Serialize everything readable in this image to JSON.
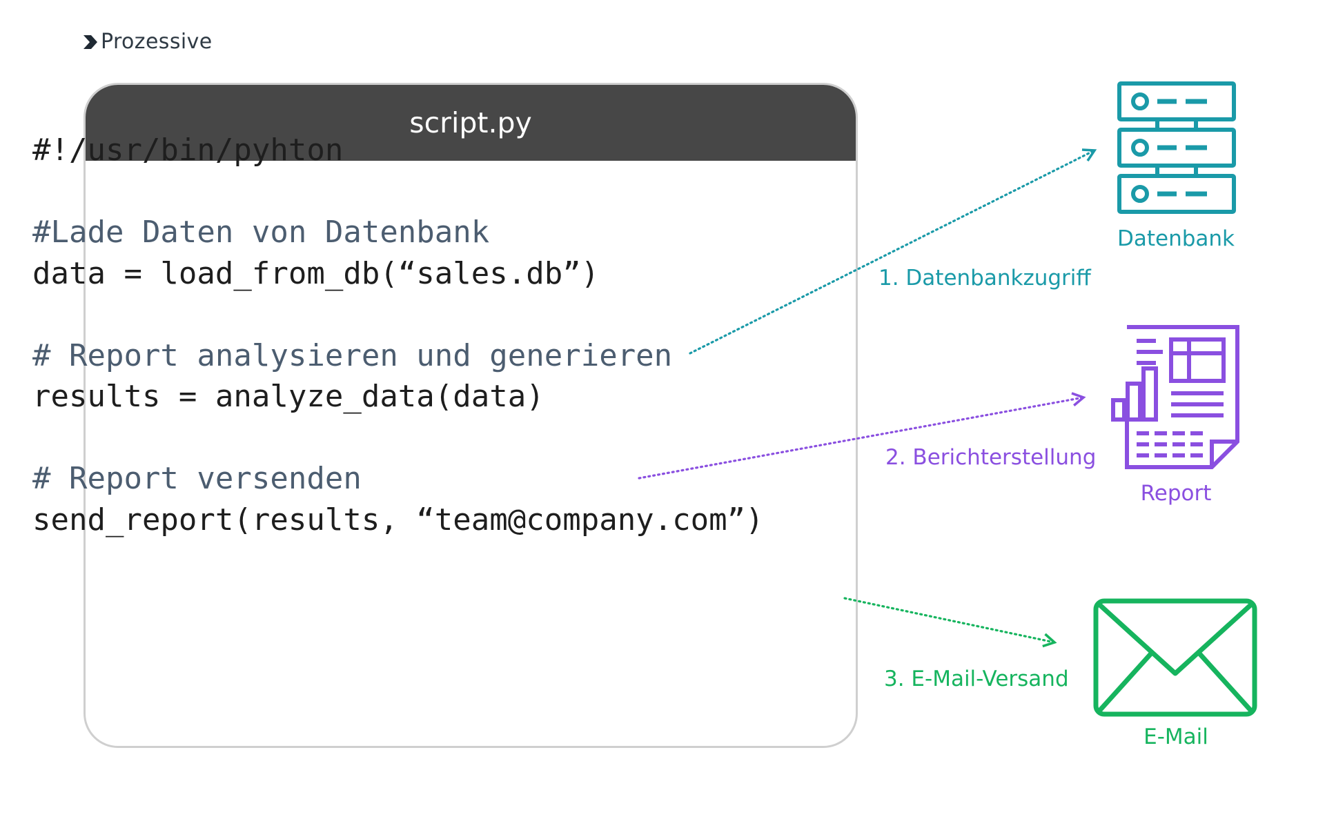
{
  "brand": {
    "name": "Prozessive"
  },
  "editor": {
    "filename": "script.py",
    "lines": [
      {
        "text": "#!/usr/bin/pyhton",
        "kind": "code"
      },
      {
        "text": "",
        "kind": "blank"
      },
      {
        "text": "#Lade Daten von Datenbank",
        "kind": "comment"
      },
      {
        "text": "data = load_from_db(“sales.db”)",
        "kind": "code"
      },
      {
        "text": "",
        "kind": "blank"
      },
      {
        "text": "# Report analysieren und generieren",
        "kind": "comment"
      },
      {
        "text": "results = analyze_data(data)",
        "kind": "code"
      },
      {
        "text": "",
        "kind": "blank"
      },
      {
        "text": "# Report versenden",
        "kind": "comment"
      },
      {
        "text": "send_report(results, “team@company.com”)",
        "kind": "code"
      }
    ]
  },
  "steps": [
    {
      "label": "1.  Datenbankzugriff",
      "color": "#1a9aa8"
    },
    {
      "label": "2. Berichterstellung",
      "color": "#8a4fe0"
    },
    {
      "label": "3. E-Mail-Versand",
      "color": "#16b45e"
    }
  ],
  "targets": {
    "database": {
      "label": "Datenbank",
      "icon": "server-rack-icon",
      "color": "#1a9aa8"
    },
    "report": {
      "label": "Report",
      "icon": "report-document-icon",
      "color": "#8a4fe0"
    },
    "email": {
      "label": "E-Mail",
      "icon": "envelope-icon",
      "color": "#16b45e"
    }
  }
}
